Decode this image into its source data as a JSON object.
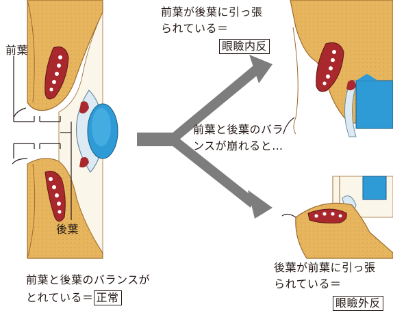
{
  "labels": {
    "anterior": "前葉",
    "posterior": "後葉",
    "center_line1": "前葉と後葉のバラ",
    "center_line2": "ンスが崩れると…"
  },
  "normal": {
    "line1": "前葉と後葉のバランスが",
    "line2": "とれている＝",
    "term": "正常"
  },
  "entropion": {
    "line1": "前葉が後葉に引っ張",
    "line2": "られている＝",
    "term": "眼瞼内反"
  },
  "ectropion": {
    "line1": "後葉が前葉に引っ張",
    "line2": "られている＝",
    "term": "眼瞼外反"
  },
  "colors": {
    "skin": "#e6b55d",
    "skin_edge": "#9c6a2e",
    "tarsus_red": "#a8282d",
    "iris_blue": "#2f9bd6",
    "cornea": "#dbeaf3",
    "arrow_gray": "#7d7d7d"
  }
}
